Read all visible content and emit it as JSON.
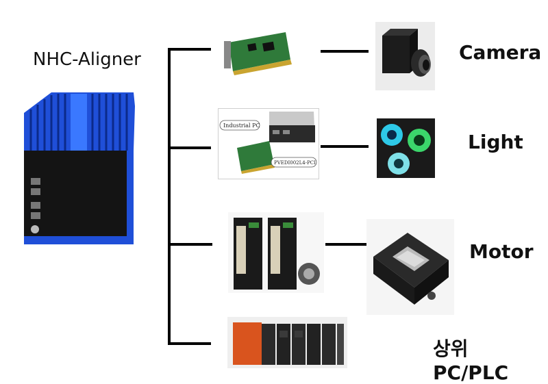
{
  "title": "NHC-Aligner",
  "pc_callouts": {
    "industrial_pc": "Industrial PC",
    "frame_grabber": "PVEDI002L4-PCI"
  },
  "components": [
    {
      "label": "Camera",
      "icon": "camera-icon"
    },
    {
      "label": "Light",
      "icon": "ring-light-icon"
    },
    {
      "label": "Motor",
      "icon": "motor-stage-icon"
    },
    {
      "label": "상위 PC/PLC",
      "icon": "plc-icon"
    }
  ],
  "colors": {
    "aligner_blue": "#1f4fd8",
    "line": "#000000",
    "pcb_green": "#2f7a3a",
    "light_cyan": "#2ec9e8",
    "light_green": "#3bd66b",
    "plc_orange": "#d9541e"
  }
}
